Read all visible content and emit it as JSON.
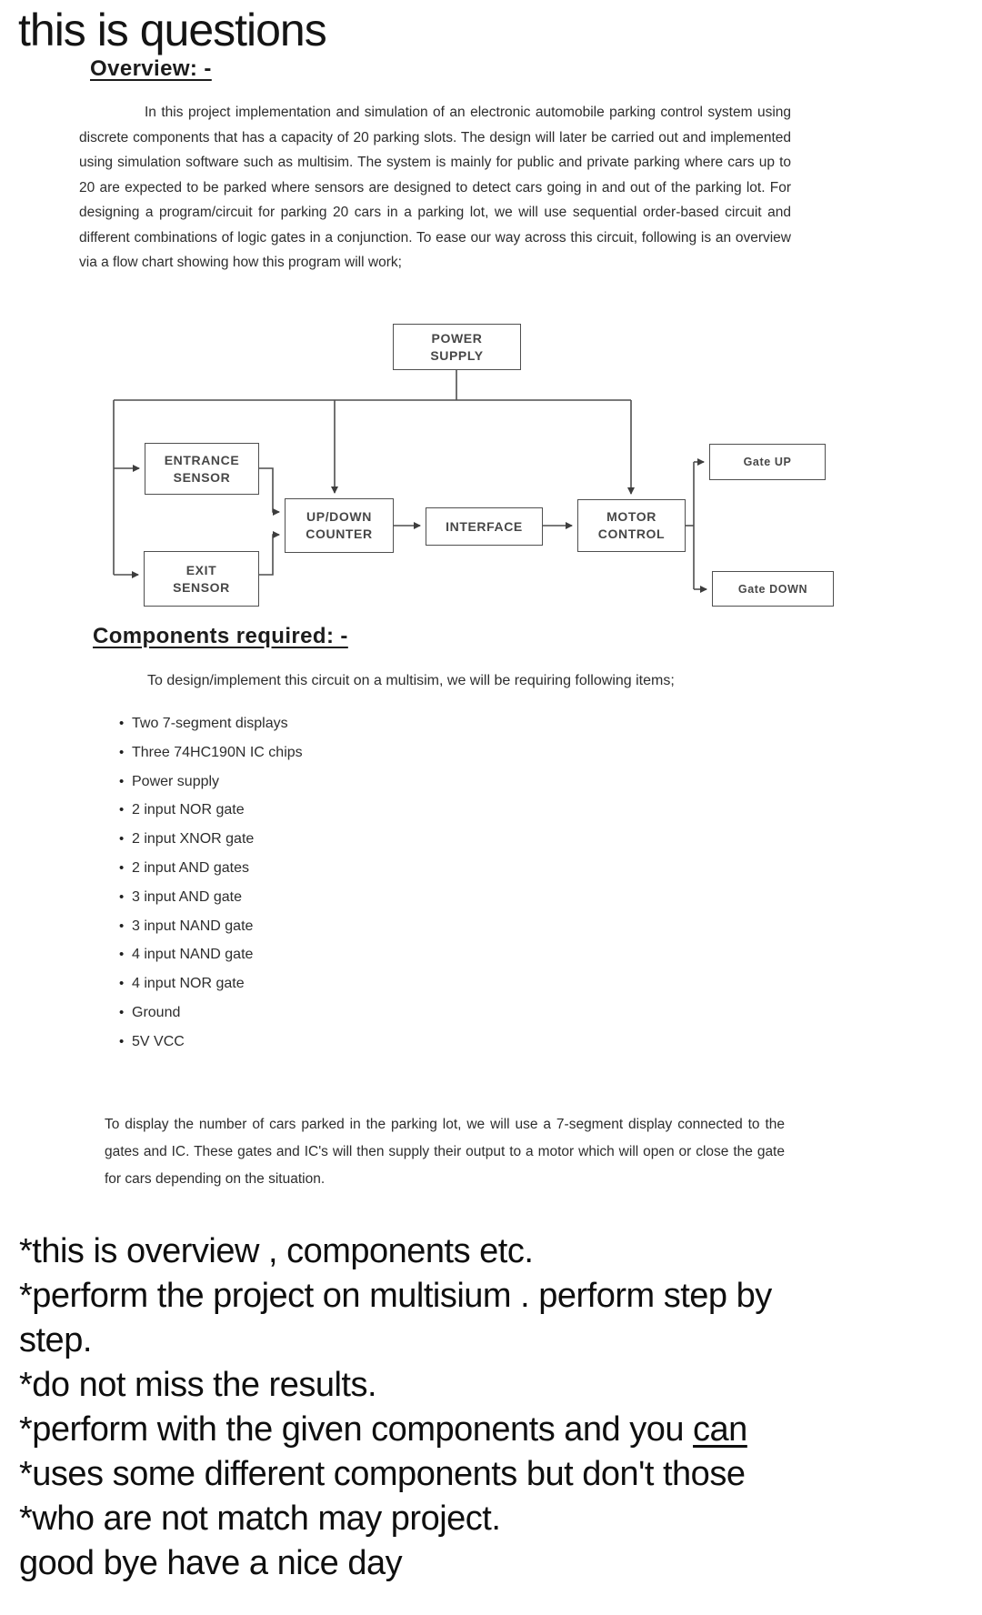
{
  "page": {
    "title": "this is questions"
  },
  "colors": {
    "ink": "#0f0f0f",
    "document_text": "#2d2d2d",
    "diagram_line": "#4f4f4f"
  },
  "document": {
    "overview_heading": "Overview: -",
    "overview_paragraph": "In this project implementation and simulation of an electronic automobile parking control system using discrete components that has a capacity of 20 parking slots. The design will later be carried out and implemented using simulation software such as multisim. The system is mainly for public and private parking where cars up to 20 are expected to be parked where sensors are designed to detect cars going in and out of the parking lot. For designing a program/circuit for parking 20 cars in a parking lot, we will use sequential order-based circuit and different combinations of logic gates in a conjunction. To ease our way across this circuit, following is an overview via a flow chart showing how this program will work;",
    "flowchart": {
      "nodes": {
        "power_supply": "POWER\nSUPPLY",
        "entrance_sensor": "ENTRANCE\nSENSOR",
        "exit_sensor": "EXIT\nSENSOR",
        "up_down_counter": "UP/DOWN\nCOUNTER",
        "interface": "INTERFACE",
        "motor_control": "MOTOR\nCONTROL",
        "gate_up": "Gate UP",
        "gate_down": "Gate DOWN"
      }
    },
    "components_heading": "Components required: -",
    "components_intro": "To design/implement this circuit on a multisim, we will be requiring following items;",
    "bullet_glyph": "•",
    "components": [
      "Two 7-segment displays",
      "Three 74HC190N IC chips",
      "Power supply",
      "2 input NOR gate",
      "2 input XNOR gate",
      "2 input AND gates",
      "3 input AND gate",
      "3 input NAND gate",
      "4 input NAND gate",
      "4 input NOR gate",
      "Ground",
      "5V VCC"
    ],
    "display_paragraph": "To display the number of cars parked in the parking lot, we will use a 7-segment display connected to the gates and IC. These gates and IC's will then supply their output to a motor which will open or close the gate for cars depending on the situation."
  },
  "notes": {
    "line1": "*this is overview , components etc.",
    "line2": "*perform the project on multisium . perform step by",
    "line3": "step.",
    "line4": "*do not miss the results.",
    "line5_prefix": "*perform with the given components and you ",
    "line5_underlined": "can",
    "line6": "*uses some different components but don't those",
    "line7": "*who are not match may project.",
    "line8": "good bye have a nice day"
  }
}
